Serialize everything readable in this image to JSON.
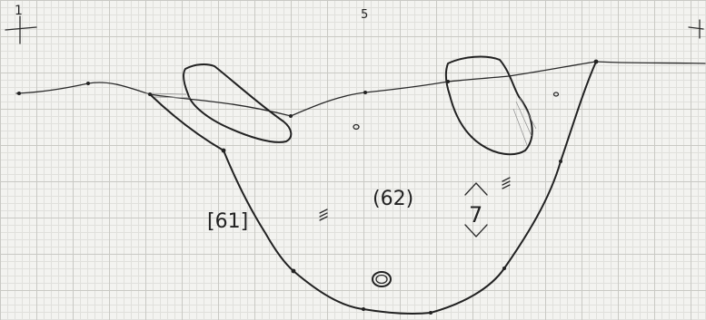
{
  "sheet": {
    "top_mark": "5",
    "pit_label": "(62)",
    "wall_label": "[61]",
    "stone_label": "7",
    "left_marker_label": "1"
  },
  "colors": {
    "ink": "#222222",
    "paper": "#f3f3f0",
    "grid_major": "#c9c9c4",
    "grid_minor": "#e0e0dc"
  }
}
